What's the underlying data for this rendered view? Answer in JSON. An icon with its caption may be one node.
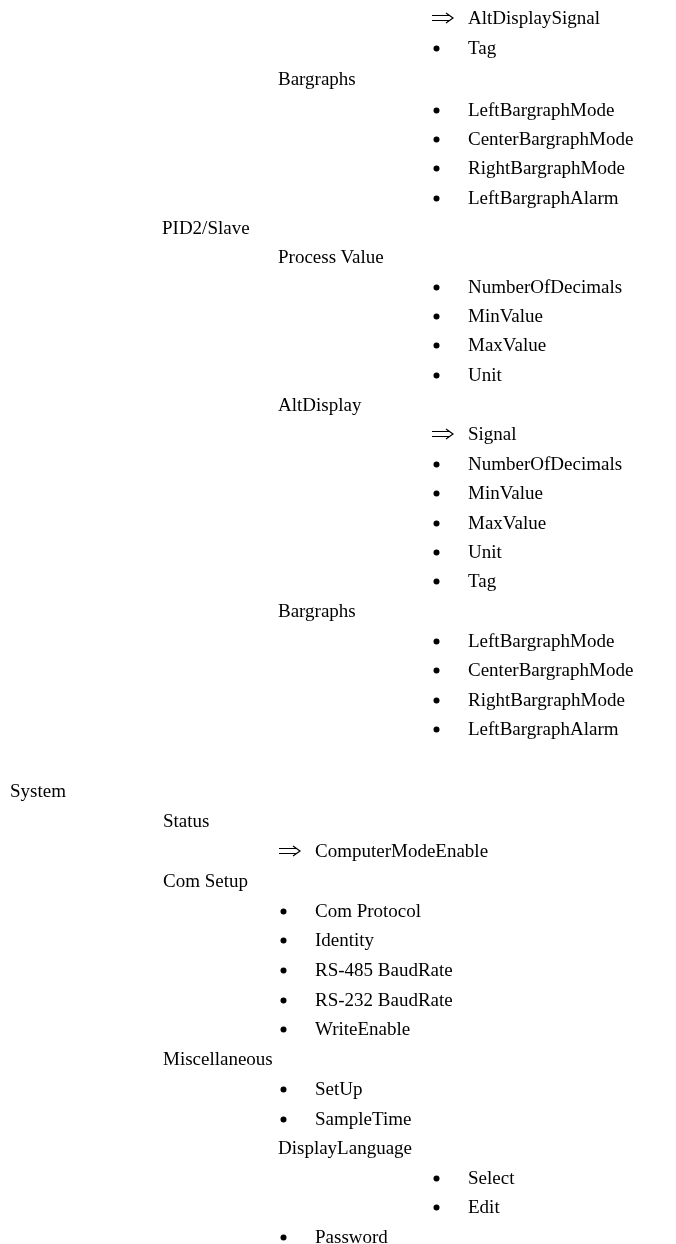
{
  "diagram": {
    "labels": [
      "AltDisplaySignal",
      "Tag",
      "Bargraphs",
      "LeftBargraphMode",
      "CenterBargraphMode",
      "RightBargraphMode",
      "LeftBargraphAlarm",
      "PID2/Slave",
      "Process Value",
      "NumberOfDecimals",
      "MinValue",
      "MaxValue",
      "Unit",
      "AltDisplay",
      "Signal",
      "NumberOfDecimals",
      "MinValue",
      "MaxValue",
      "Unit",
      "Tag",
      "Bargraphs",
      "LeftBargraphMode",
      "CenterBargraphMode",
      "RightBargraphMode",
      "LeftBargraphAlarm",
      "System",
      "Status",
      "ComputerModeEnable",
      "Com Setup",
      "Com Protocol",
      "Identity",
      "RS-485 BaudRate",
      "RS-232 BaudRate",
      "WriteEnable",
      "Miscellaneous",
      "SetUp",
      "SampleTime",
      "DisplayLanguage",
      "Select",
      "Edit",
      "Password"
    ]
  }
}
